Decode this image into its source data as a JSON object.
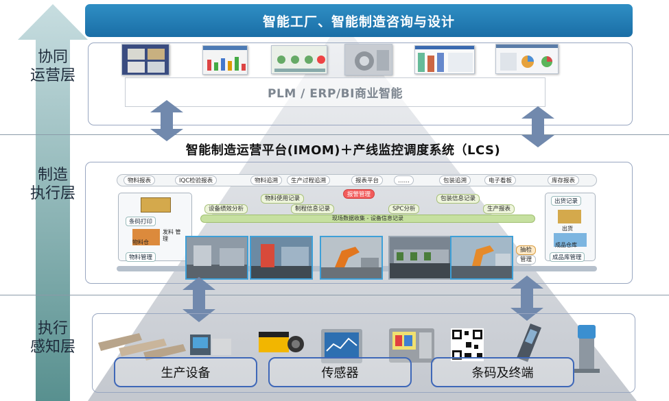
{
  "title": "智能工厂、智能制造咨询与设计",
  "layers": {
    "top": [
      "协同",
      "运营层"
    ],
    "middle": [
      "制造",
      "执行层"
    ],
    "bottom": [
      "执行",
      "感知层"
    ]
  },
  "top_panel": {
    "system_label": "PLM / ERP/BI商业智能"
  },
  "middle_title": "智能制造运营平台(IMOM)＋产线监控调度系统（LCS)",
  "imom": {
    "reports": [
      "物料报表",
      "IQC检验报表",
      "物料追溯",
      "生产过程追溯",
      "报表平台",
      "……",
      "包装追溯",
      "电子看板",
      "库存报表"
    ],
    "alarm": "报警管理",
    "functions": [
      "设备绩效分析",
      "物料使用记录",
      "制程信息记录",
      "SPC分析",
      "包装信息记录",
      "生产报表"
    ],
    "data_bar": "现场数据收集 - 设备信息记录",
    "left_box": {
      "barcode_print": "条码打印",
      "material_warehouse": "物料仓",
      "issue_manage": "发料\n管理",
      "material_manage": "物料管理"
    },
    "right_box": {
      "shipping_record": "出货记录",
      "shipping": "出货",
      "finished_warehouse": "成品仓库",
      "finished_manage": "成品库管理",
      "inspection": "抽检",
      "packing_manage": "管理"
    }
  },
  "bottom_labels": [
    "生产设备",
    "传感器",
    "条码及终端"
  ],
  "colors": {
    "title_bar": "#1f78b4",
    "arrow": "#6f86a8",
    "panel_border": "#98a6c0",
    "label_border": "#3e67b8"
  }
}
